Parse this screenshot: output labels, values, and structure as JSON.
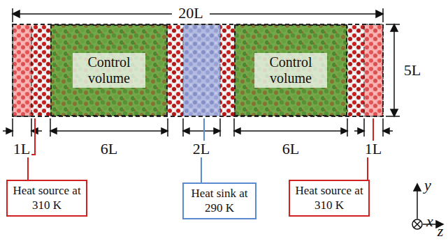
{
  "diagram": {
    "nodes": [
      {
        "text": [
          "Control volume"
        ]
      },
      {
        "text": [
          "Control volume"
        ]
      },
      {
        "text": [
          "Heat source at 310 K"
        ]
      },
      {
        "text": [
          "Heat sink at 290 K"
        ]
      },
      {
        "text": [
          "Heat source at 310 K"
        ]
      }
    ],
    "labels": [
      "20L",
      "5L",
      "1L",
      "6L",
      "2L",
      "6L",
      "1L",
      "y",
      "x",
      "z"
    ]
  }
}
